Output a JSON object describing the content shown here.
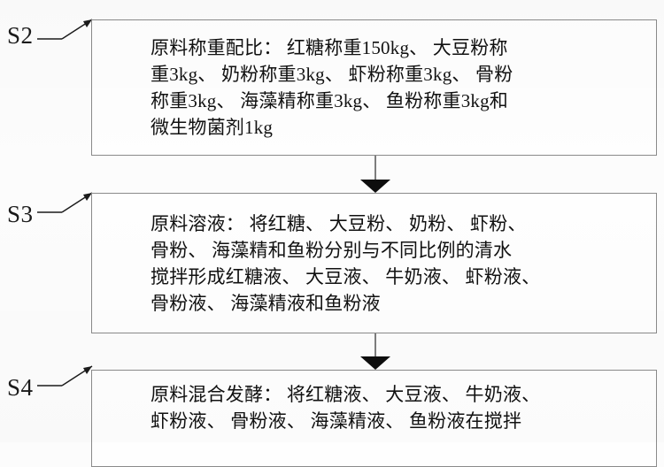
{
  "diagram": {
    "title": "原料加工工艺流程图",
    "type": "flowchart",
    "orientation": "vertical",
    "border_color": "#8a8a8a",
    "arrow_color": "#0d0d0d",
    "text_color": "#111111",
    "background_color": "#fcfcfc"
  },
  "steps": [
    {
      "id": "S2",
      "label": "S2",
      "lines": [
        "原料称重配比： 红糖称重150kg、 大豆粉称",
        "重3kg、 奶粉称重3kg、 虾粉称重3kg、 骨粉",
        "称重3kg、 海藻精称重3kg、 鱼粉称重3kg和",
        "微生物菌剂1kg"
      ]
    },
    {
      "id": "S3",
      "label": "S3",
      "lines": [
        "原料溶液： 将红糖、 大豆粉、 奶粉、 虾粉、",
        "骨粉、 海藻精和鱼粉分别与不同比例的清水",
        "搅拌形成红糖液、 大豆液、 牛奶液、 虾粉液、",
        "骨粉液、 海藻精液和鱼粉液"
      ]
    },
    {
      "id": "S4",
      "label": "S4",
      "lines": [
        "原料混合发酵： 将红糖液、 大豆液、 牛奶液、",
        "虾粉液、 骨粉液、 海藻精液、 鱼粉液在搅拌"
      ]
    }
  ],
  "connectors": [
    {
      "from": "S2",
      "to": "S3",
      "shape": "down-arrow"
    },
    {
      "from": "S3",
      "to": "S4",
      "shape": "down-arrow"
    }
  ]
}
